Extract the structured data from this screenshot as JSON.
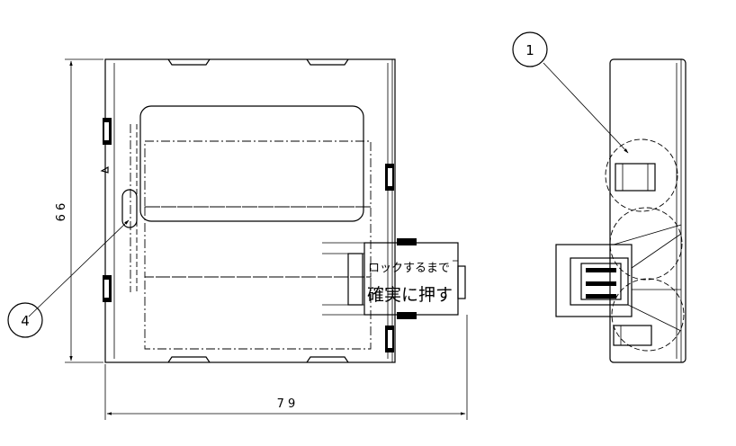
{
  "dimensions": {
    "height": "6 6",
    "width": "7 9"
  },
  "balloons": {
    "left_view": "4",
    "right_view": "1"
  },
  "label_text": {
    "line1": "ロックするまで",
    "line2": "確実に押す"
  }
}
